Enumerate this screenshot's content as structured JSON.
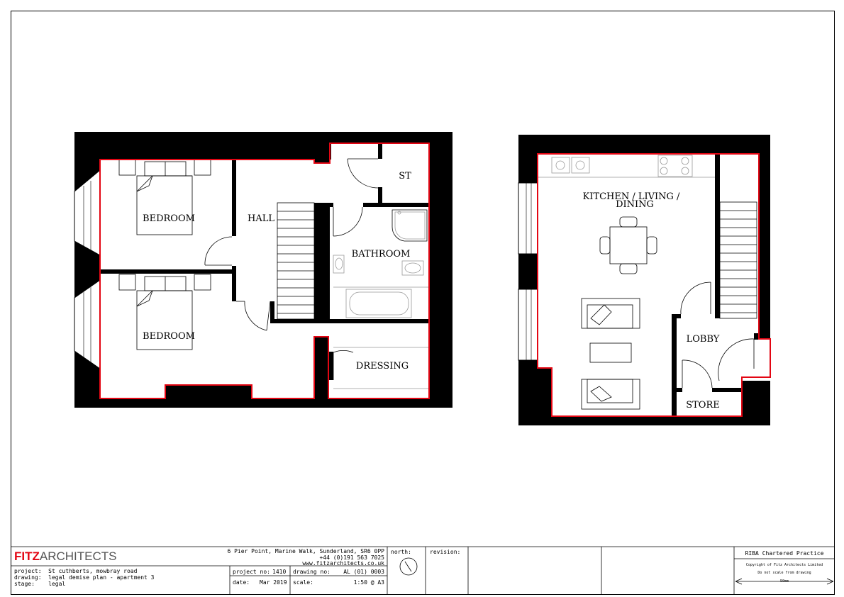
{
  "rooms": {
    "bedroom_1": "BEDROOM",
    "bedroom_2": "BEDROOM",
    "hall": "HALL",
    "store_top": "ST",
    "bathroom": "BATHROOM",
    "dressing": "DRESSING",
    "kitchen_line1": "KITCHEN / LIVING /",
    "kitchen_line2": "DINING",
    "lobby": "LOBBY",
    "store": "STORE"
  },
  "titleblock": {
    "logo_fitz": "FITZ",
    "logo_arch": "ARCHITECTS",
    "address_line1": "6 Pier Point, Marine Walk, Sunderland, SR6 0PP",
    "address_line2": "+44 (0)191 563 7025",
    "address_line3": "www.fitzarchitects.co.uk",
    "project": "project:  St cuthberts, mowbray road",
    "drawing": "drawing:  legal demise plan - apartment 3",
    "stage": "stage:    legal",
    "project_no_label": "project no:",
    "project_no": "1410",
    "drawing_no_label": "drawing no:",
    "drawing_no": "AL (01) 0003",
    "date_label": "date:",
    "date": "Mar 2019",
    "scale_label": "scale:",
    "scale": "1:50 @ A3",
    "north_label": "north:",
    "revision_label": "revision:",
    "riba": "RIBA Chartered Practice",
    "copyright": "Copyright of Fitz Architects Limited",
    "do_not_scale": "Do not scale from drawing",
    "scale_bar": "50mm"
  },
  "colors": {
    "wall": "#000000",
    "demise_line": "#e30613",
    "fixture": "#999999"
  }
}
